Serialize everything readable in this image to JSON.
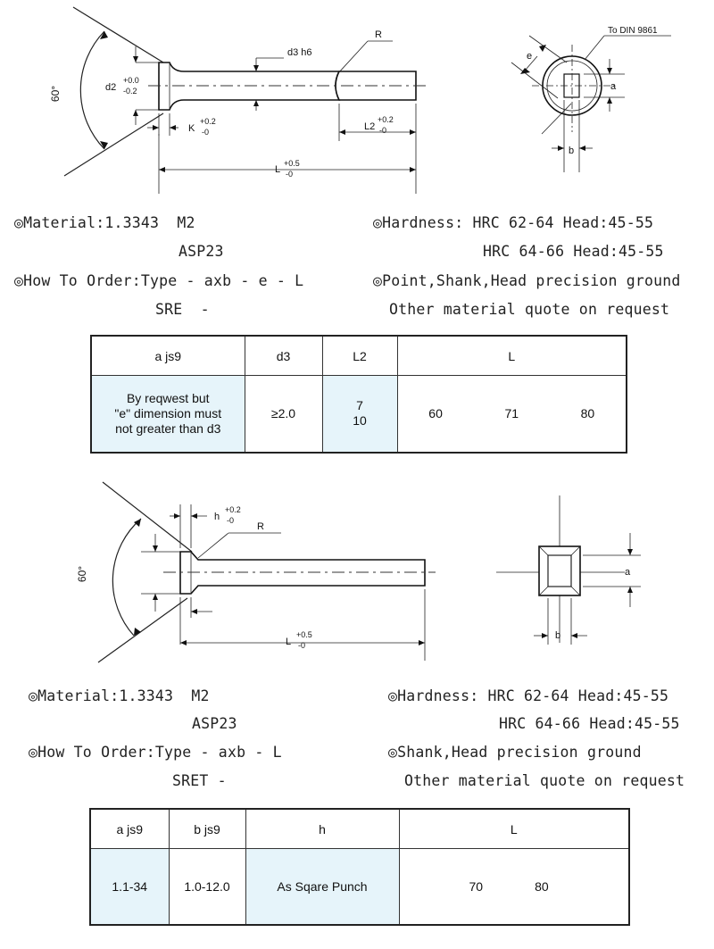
{
  "section1": {
    "diagram": {
      "angle": "60°",
      "d2": "d2",
      "d2_tol_top": "+0.0",
      "d2_tol_bottom": "-0.2",
      "d3": "d3 h6",
      "r": "R",
      "k": "K",
      "k_tol_top": "+0.2",
      "k_tol_bottom": "-0",
      "l2": "L2",
      "l2_tol_top": "+0.2",
      "l2_tol_bottom": "-0",
      "l": "L",
      "l_tol_top": "+0.5",
      "l_tol_bottom": "-0",
      "din": "To DIN 9861",
      "e": "e",
      "a": "a",
      "b": "b"
    },
    "spec": {
      "material": "◎Material:1.3343  M2",
      "material2": "ASP23",
      "hardness": "◎Hardness: HRC 62-64 Head:45-55",
      "hardness2": "HRC 64-66 Head:45-55",
      "order": "◎How To Order:Type - axb - e - L",
      "order2": "SRE  -",
      "ground": "◎Point,Shank,Head precision ground",
      "quote": "Other material quote on request"
    },
    "table": {
      "headers": [
        "a js9",
        "d3",
        "L2",
        "L"
      ],
      "a_value_line1": "By reqwest but",
      "a_value_line2": "\"e\" dimension must",
      "a_value_line3": "not greater than d3",
      "d3_value": "≥2.0",
      "l2_values": [
        "7",
        "10"
      ],
      "l_values": [
        "60",
        "71",
        "80"
      ]
    }
  },
  "section2": {
    "diagram": {
      "angle": "60°",
      "h": "h",
      "h_tol_top": "+0.2",
      "h_tol_bottom": "-0",
      "r": "R",
      "l": "L",
      "l_tol_top": "+0.5",
      "l_tol_bottom": "-0",
      "a": "a",
      "b": "b"
    },
    "spec": {
      "material": "◎Material:1.3343  M2",
      "material2": "ASP23",
      "hardness": "◎Hardness: HRC 62-64 Head:45-55",
      "hardness2": "HRC 64-66 Head:45-55",
      "order": "◎How To Order:Type - axb - L",
      "order2": "SRET -",
      "ground": "◎Shank,Head precision ground",
      "quote": "Other material quote on request"
    },
    "table": {
      "headers": [
        "a js9",
        "b js9",
        "h",
        "L"
      ],
      "a_value": "1.1-34",
      "b_value": "1.0-12.0",
      "h_value": "As Sqare Punch",
      "l_values": [
        "70",
        "80"
      ]
    }
  }
}
